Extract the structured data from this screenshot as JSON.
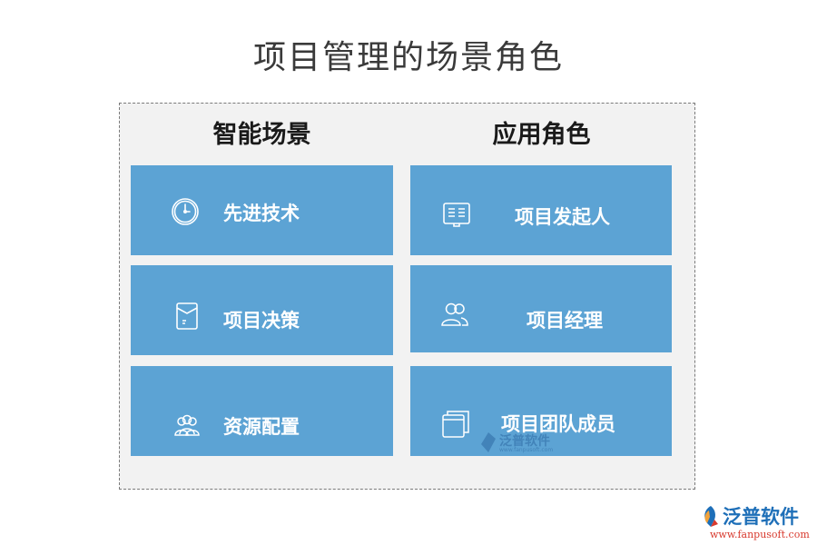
{
  "title": "项目管理的场景角色",
  "columns": {
    "left_heading": "智能场景",
    "right_heading": "应用角色"
  },
  "scenes": [
    {
      "label": "先进技术",
      "icon": "clock-icon"
    },
    {
      "label": "项目决策",
      "icon": "document-icon"
    },
    {
      "label": "资源配置",
      "icon": "people-group-icon"
    }
  ],
  "roles": [
    {
      "label": "项目发起人",
      "icon": "presentation-board-icon"
    },
    {
      "label": "项目经理",
      "icon": "two-people-icon"
    },
    {
      "label": "项目团队成员",
      "icon": "stacked-windows-icon"
    }
  ],
  "watermark": {
    "text": "泛普软件",
    "sub": "www.fanpusoft.com"
  },
  "brand": {
    "name": "泛普软件",
    "url": "www.fanpusoft.com"
  },
  "colors": {
    "card": "#5ca3d4",
    "frame_bg": "#f2f2f2",
    "brand_blue": "#1e6fb8",
    "brand_red": "#d83a2e"
  }
}
